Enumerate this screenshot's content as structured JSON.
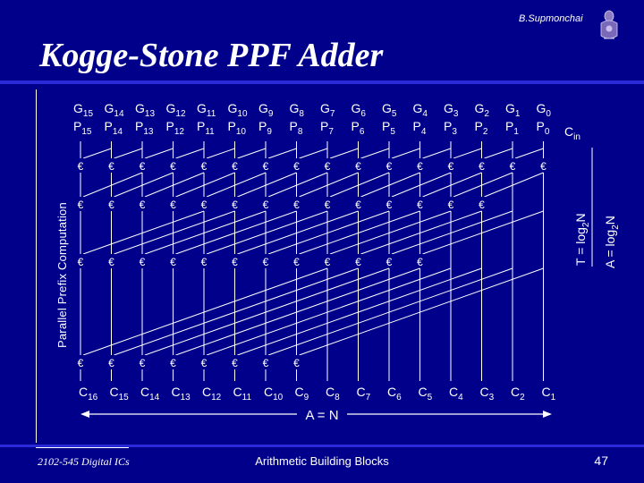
{
  "header": {
    "author": "B.Supmonchai",
    "title": "Kogge-Stone PPF Adder"
  },
  "side_label": "Parallel Prefix Computation",
  "inputs": {
    "g": [
      {
        "b": "G",
        "s": "15"
      },
      {
        "b": "G",
        "s": "14"
      },
      {
        "b": "G",
        "s": "13"
      },
      {
        "b": "G",
        "s": "12"
      },
      {
        "b": "G",
        "s": "11"
      },
      {
        "b": "G",
        "s": "10"
      },
      {
        "b": "G",
        "s": "9"
      },
      {
        "b": "G",
        "s": "8"
      },
      {
        "b": "G",
        "s": "7"
      },
      {
        "b": "G",
        "s": "6"
      },
      {
        "b": "G",
        "s": "5"
      },
      {
        "b": "G",
        "s": "4"
      },
      {
        "b": "G",
        "s": "3"
      },
      {
        "b": "G",
        "s": "2"
      },
      {
        "b": "G",
        "s": "1"
      },
      {
        "b": "G",
        "s": "0"
      }
    ],
    "p": [
      {
        "b": "P",
        "s": "15"
      },
      {
        "b": "P",
        "s": "14"
      },
      {
        "b": "P",
        "s": "13"
      },
      {
        "b": "P",
        "s": "12"
      },
      {
        "b": "P",
        "s": "11"
      },
      {
        "b": "P",
        "s": "10"
      },
      {
        "b": "P",
        "s": "9"
      },
      {
        "b": "P",
        "s": "8"
      },
      {
        "b": "P",
        "s": "7"
      },
      {
        "b": "P",
        "s": "6"
      },
      {
        "b": "P",
        "s": "5"
      },
      {
        "b": "P",
        "s": "4"
      },
      {
        "b": "P",
        "s": "3"
      },
      {
        "b": "P",
        "s": "2"
      },
      {
        "b": "P",
        "s": "1"
      },
      {
        "b": "P",
        "s": "0"
      }
    ],
    "cin": {
      "b": "C",
      "s": "in"
    }
  },
  "cell_symbol": "€",
  "stages": [
    {
      "count": 16
    },
    {
      "count": 14
    },
    {
      "count": 12
    },
    {
      "count": 8
    }
  ],
  "outputs": [
    {
      "b": "C",
      "s": "16"
    },
    {
      "b": "C",
      "s": "15"
    },
    {
      "b": "C",
      "s": "14"
    },
    {
      "b": "C",
      "s": "13"
    },
    {
      "b": "C",
      "s": "12"
    },
    {
      "b": "C",
      "s": "11"
    },
    {
      "b": "C",
      "s": "10"
    },
    {
      "b": "C",
      "s": "9"
    },
    {
      "b": "C",
      "s": "8"
    },
    {
      "b": "C",
      "s": "7"
    },
    {
      "b": "C",
      "s": "6"
    },
    {
      "b": "C",
      "s": "5"
    },
    {
      "b": "C",
      "s": "4"
    },
    {
      "b": "C",
      "s": "3"
    },
    {
      "b": "C",
      "s": "2"
    },
    {
      "b": "C",
      "s": "1"
    }
  ],
  "labels": {
    "area": "A = N",
    "time": {
      "pre": "T = log",
      "sub": "2",
      "post": "N"
    },
    "area_log": {
      "pre": "A = log",
      "sub": "2",
      "post": "N"
    }
  },
  "footer": {
    "course": "2102-545 Digital ICs",
    "topic": "Arithmetic Building Blocks",
    "page": "47"
  }
}
